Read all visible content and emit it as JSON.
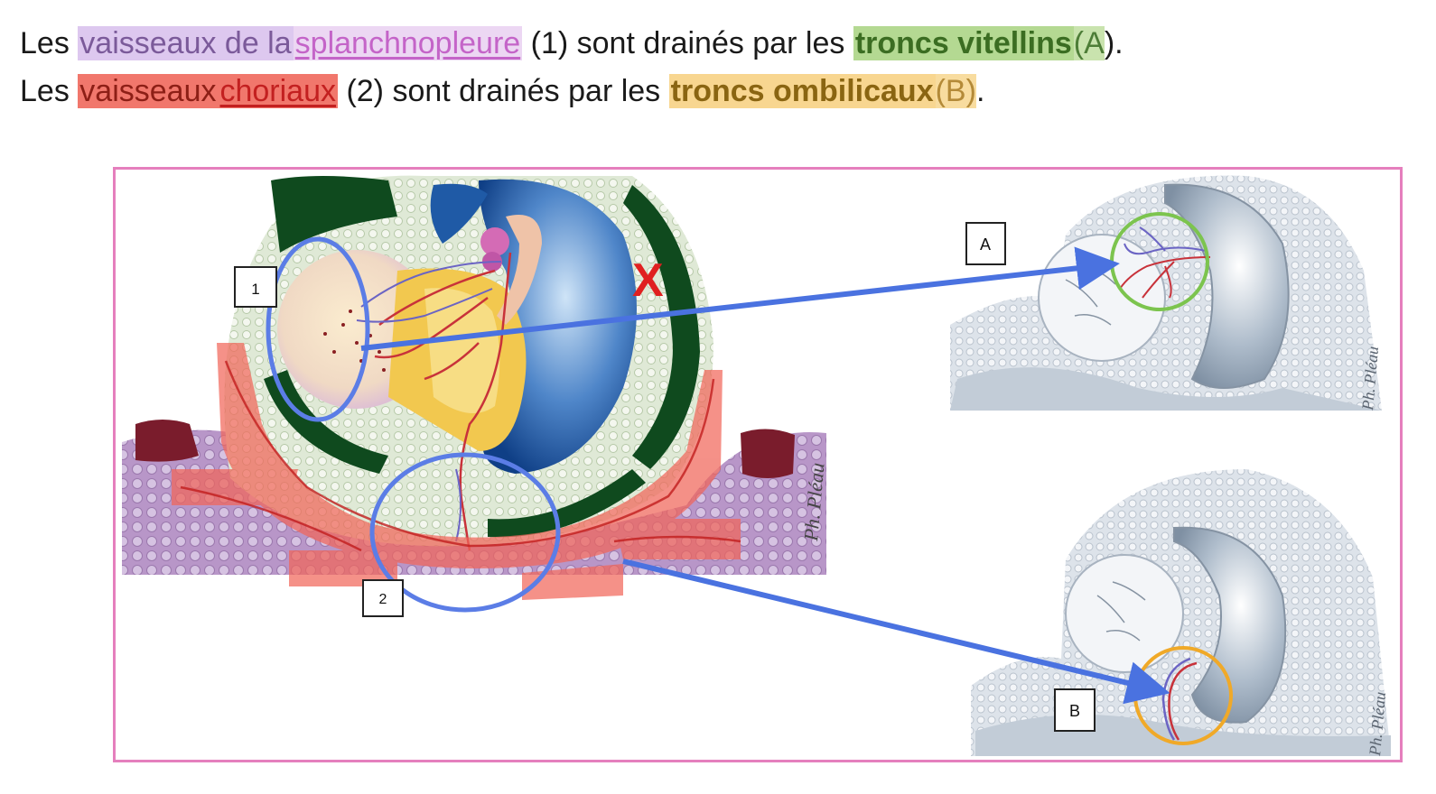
{
  "caption": {
    "line1": {
      "lead": "Les",
      "term1": "vaisseaux de la",
      "term2": "splanchnopleure",
      "mid": "(1) sont drainés par les",
      "target": "troncs vitellins",
      "ref_open": "(",
      "ref": "A",
      "ref_close": ")."
    },
    "line2": {
      "lead": "Les",
      "term1": "vaisseaux",
      "term2": "choriaux",
      "mid": "(2) sont drainés par les",
      "target": "troncs ombilicaux",
      "ref": "(B)",
      "end": "."
    }
  },
  "labels": {
    "region1": "1",
    "region2": "2",
    "panelA": "A",
    "panelB": "B",
    "excluded_mark": "X"
  },
  "signature": "Ph. Pléau",
  "colors": {
    "frame": "#e57fbd",
    "arrow": "#4a72e0",
    "circle_blue": "#5b7de6",
    "circle_green": "#7cc44e",
    "circle_orange": "#f0a928",
    "cross": "#e02020"
  }
}
